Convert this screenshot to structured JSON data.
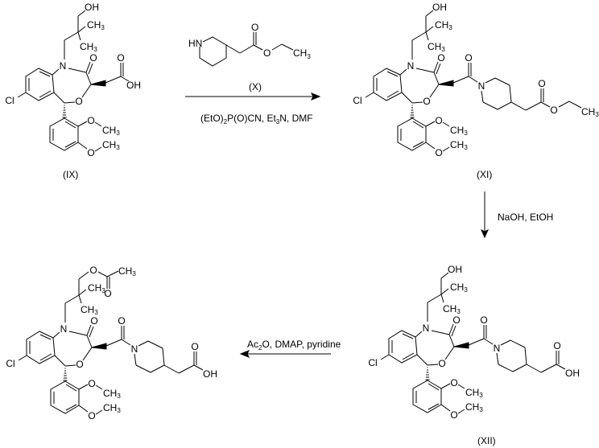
{
  "atoms": {
    "N": "N",
    "O": "O",
    "Cl": "Cl",
    "OH": "OH",
    "HN": "HN",
    "CH": "CH",
    "sub3": "3"
  },
  "compounds": {
    "IX": "(IX)",
    "X": "(X)",
    "XI": "(XI)",
    "XII": "(XII)"
  },
  "reactions": {
    "step1": {
      "conditions_pre": "(EtO)",
      "sub1": "2",
      "conditions_mid": "P(O)CN, Et",
      "sub2": "3",
      "conditions_post": "N, DMF"
    },
    "step2": {
      "conditions": "NaOH, EtOH"
    },
    "step3": {
      "pre": "Ac",
      "sub": "2",
      "post": "O, DMAP, pyridine"
    }
  }
}
